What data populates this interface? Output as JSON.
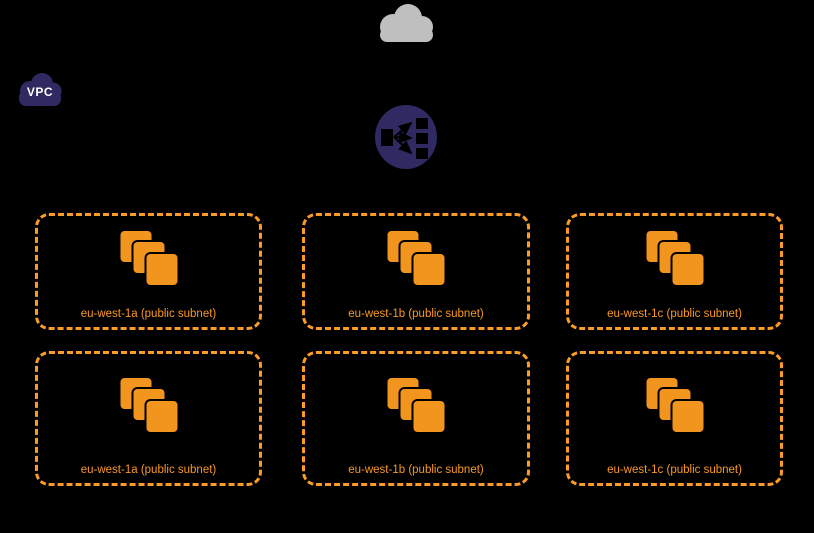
{
  "diagram": {
    "title": "aws-vpc-architecture",
    "background_color": "#000000",
    "internet": {
      "icon": "cloud-icon",
      "color": "#BFBFBF"
    },
    "vpc": {
      "label": "VPC",
      "icon": "vpc-cloud-icon",
      "color": "#2F2B62",
      "label_color": "#FFFFFF"
    },
    "load_balancer": {
      "icon": "elastic-load-balancer-icon",
      "color": "#2F2B62"
    },
    "subnet_style": {
      "border_color": "#FB9B28",
      "instance_color": "#F2951F",
      "label_color": "#F89820",
      "instances_per_subnet": 3
    },
    "rows": [
      {
        "name": "top-row",
        "subnets": [
          {
            "label": "eu-west-1a (public subnet)"
          },
          {
            "label": "eu-west-1b (public subnet)"
          },
          {
            "label": "eu-west-1c (public subnet)"
          }
        ]
      },
      {
        "name": "bottom-row",
        "subnets": [
          {
            "label": "eu-west-1a (public subnet)"
          },
          {
            "label": "eu-west-1b (public subnet)"
          },
          {
            "label": "eu-west-1c (public subnet)"
          }
        ]
      }
    ]
  }
}
